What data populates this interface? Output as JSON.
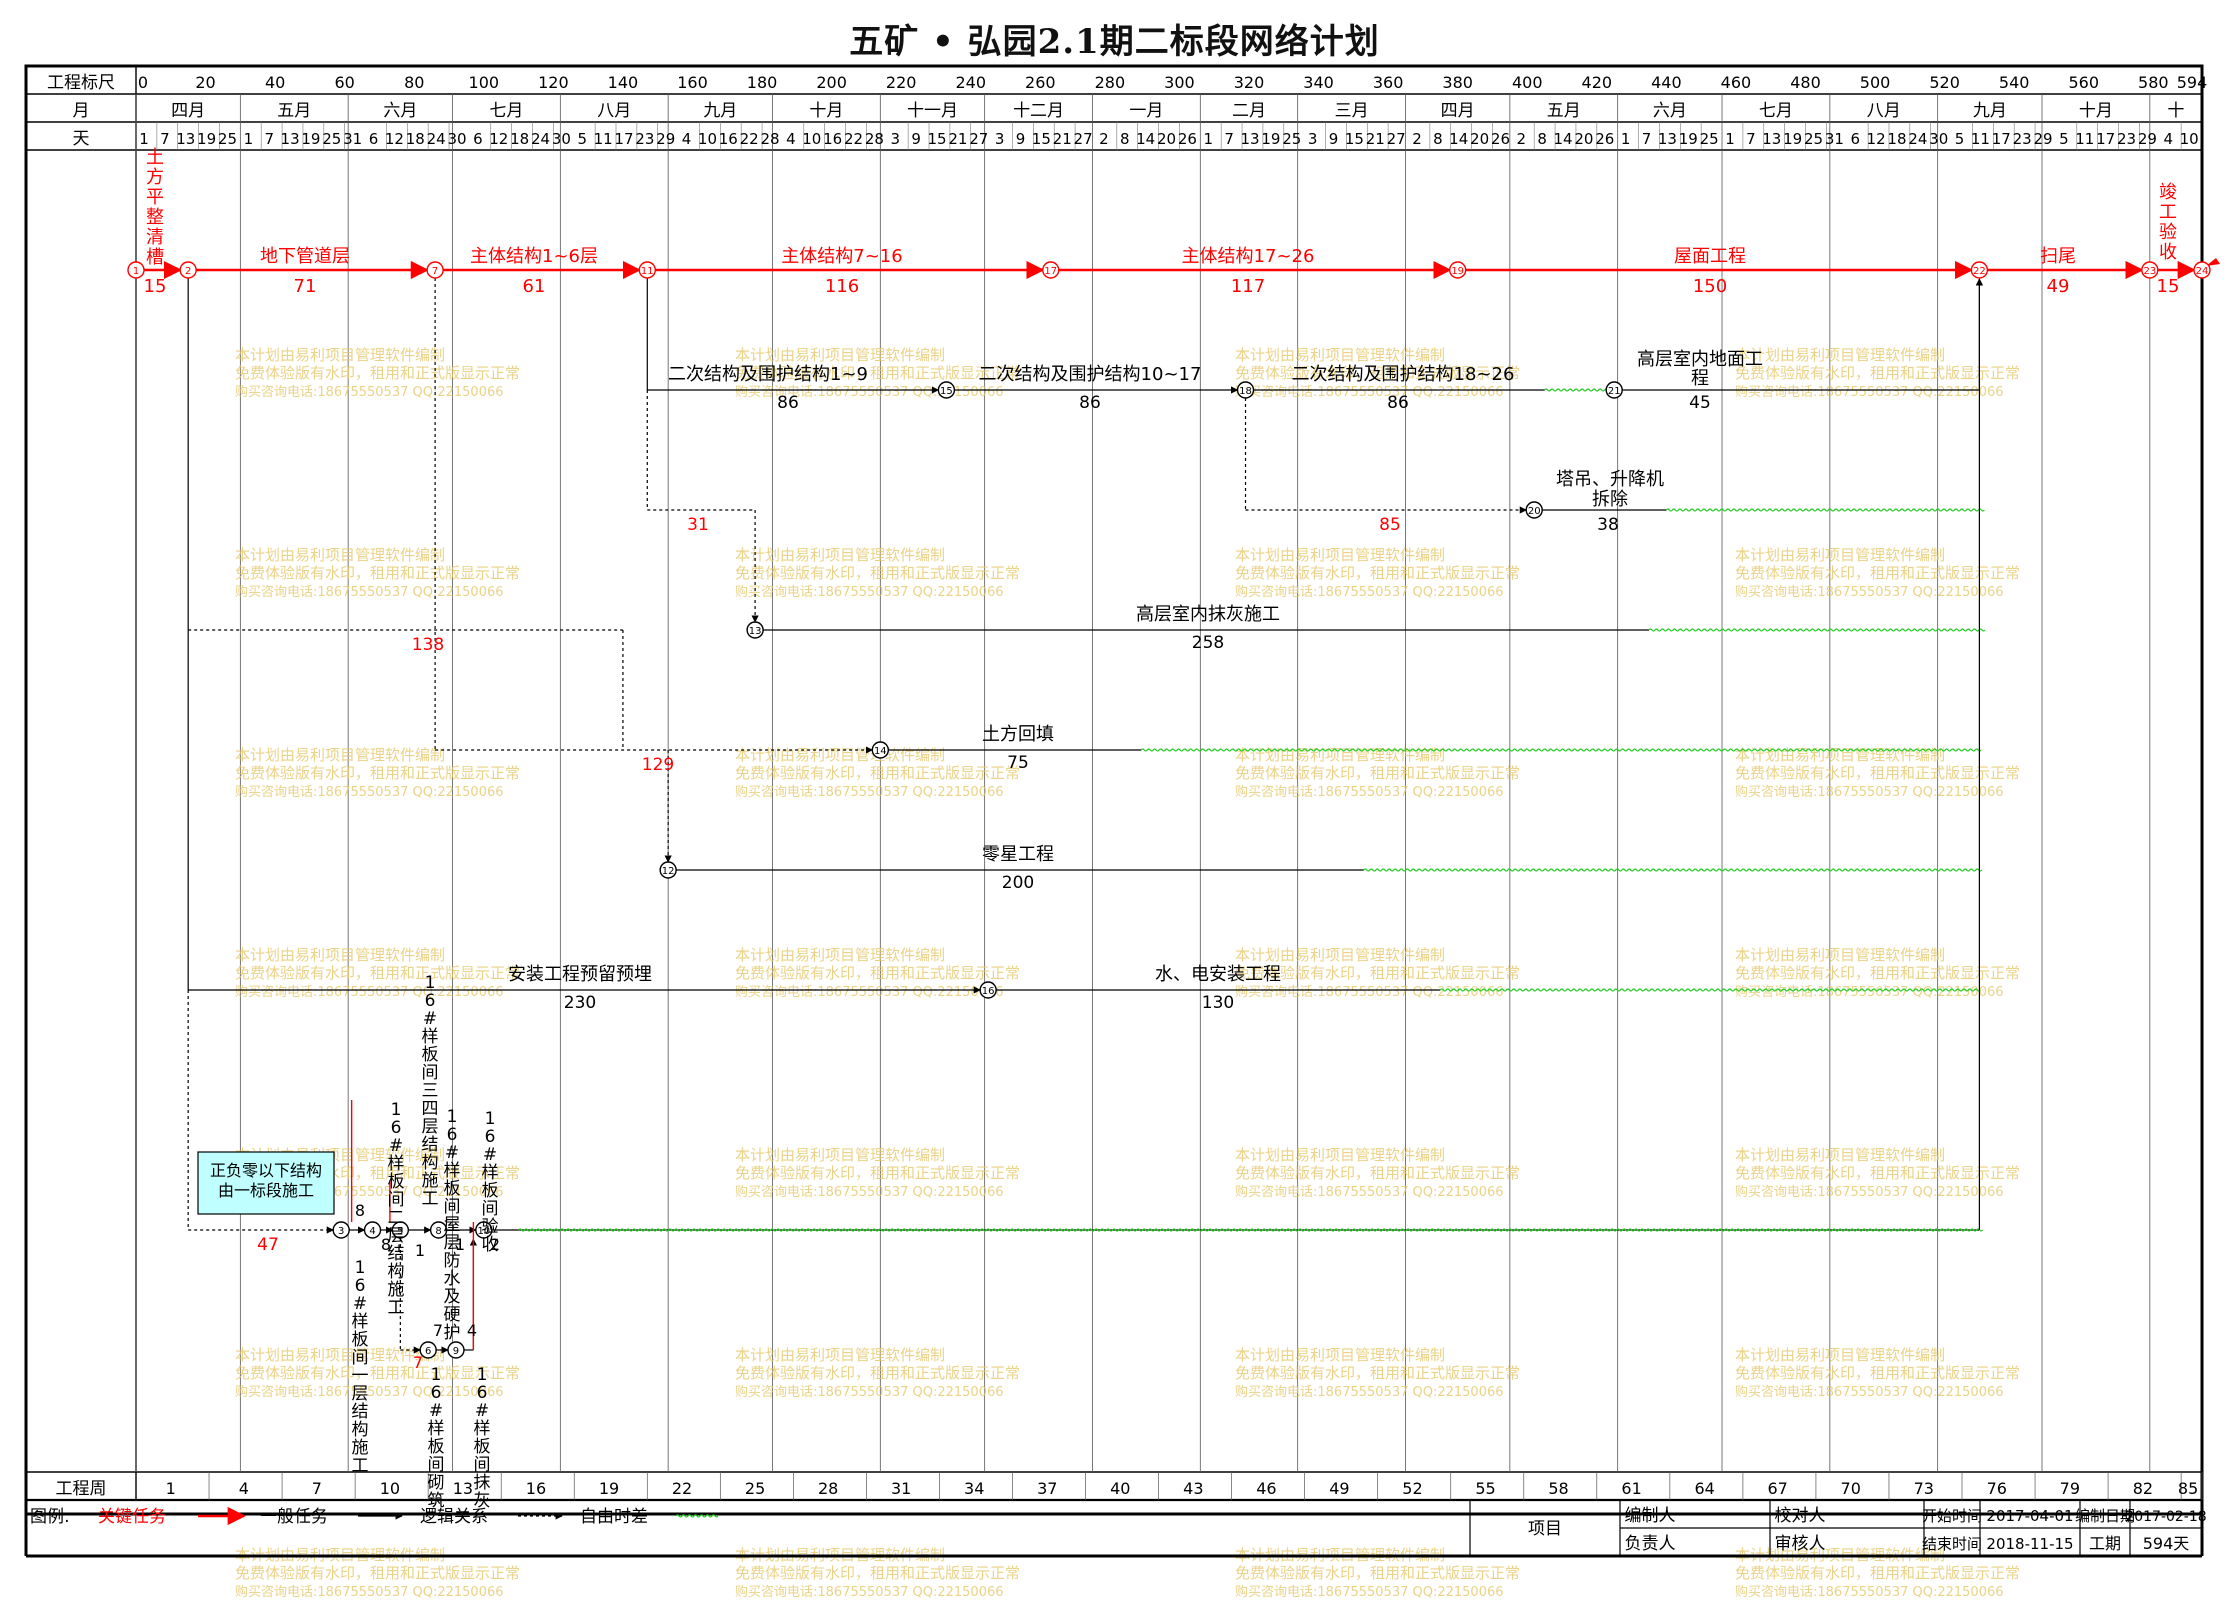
{
  "title": "五矿 • 弘园2.1期二标段网络计划",
  "header": {
    "row_scale_label": "工程标尺",
    "row_month_label": "月",
    "row_day_label": "天",
    "row_week_label": "工程周"
  },
  "scale_ticks": [
    0,
    20,
    40,
    60,
    80,
    100,
    120,
    140,
    160,
    180,
    200,
    220,
    240,
    260,
    280,
    300,
    320,
    340,
    360,
    380,
    400,
    420,
    440,
    460,
    480,
    500,
    520,
    540,
    560,
    580
  ],
  "scale_end": 594,
  "months": [
    {
      "name": "四月",
      "start": 0,
      "end": 30
    },
    {
      "name": "五月",
      "start": 30,
      "end": 61
    },
    {
      "name": "六月",
      "start": 61,
      "end": 91
    },
    {
      "name": "七月",
      "start": 91,
      "end": 122
    },
    {
      "name": "八月",
      "start": 122,
      "end": 153
    },
    {
      "name": "九月",
      "start": 153,
      "end": 183
    },
    {
      "name": "十月",
      "start": 183,
      "end": 214
    },
    {
      "name": "十一月",
      "start": 214,
      "end": 244
    },
    {
      "name": "十二月",
      "start": 244,
      "end": 275
    },
    {
      "name": "一月",
      "start": 275,
      "end": 306
    },
    {
      "name": "二月",
      "start": 306,
      "end": 334
    },
    {
      "name": "三月",
      "start": 334,
      "end": 365
    },
    {
      "name": "四月",
      "start": 365,
      "end": 395
    },
    {
      "name": "五月",
      "start": 395,
      "end": 426
    },
    {
      "name": "六月",
      "start": 426,
      "end": 456
    },
    {
      "name": "七月",
      "start": 456,
      "end": 487
    },
    {
      "name": "八月",
      "start": 487,
      "end": 518
    },
    {
      "name": "九月",
      "start": 518,
      "end": 548
    },
    {
      "name": "十月",
      "start": 548,
      "end": 579
    },
    {
      "name": "十",
      "start": 579,
      "end": 594
    }
  ],
  "day_labels_per_month": [
    [
      1,
      7,
      13,
      19,
      25
    ],
    [
      1,
      7,
      13,
      19,
      25,
      31
    ],
    [
      6,
      12,
      18,
      24,
      30
    ],
    [
      6,
      12,
      18,
      24,
      30
    ],
    [
      5,
      11,
      17,
      23,
      29
    ],
    [
      4,
      10,
      16,
      22,
      28
    ],
    [
      4,
      10,
      16,
      22,
      28
    ],
    [
      3,
      9,
      15,
      21,
      27
    ],
    [
      3,
      9,
      15,
      21,
      27
    ],
    [
      2,
      8,
      14,
      20,
      26
    ],
    [
      1,
      7,
      13,
      19,
      25
    ],
    [
      3,
      9,
      15,
      21,
      27
    ],
    [
      2,
      8,
      14,
      20,
      26
    ],
    [
      2,
      8,
      14,
      20,
      26
    ],
    [
      1,
      7,
      13,
      19,
      25
    ],
    [
      1,
      7,
      13,
      19,
      25,
      31
    ],
    [
      6,
      12,
      18,
      24,
      30
    ],
    [
      5,
      11,
      17,
      23,
      29
    ],
    [
      5,
      11,
      17,
      23,
      29
    ],
    [
      4,
      10
    ]
  ],
  "weeks": [
    1,
    4,
    7,
    10,
    13,
    16,
    19,
    22,
    25,
    28,
    31,
    34,
    37,
    40,
    43,
    46,
    49,
    52,
    55,
    58,
    61,
    64,
    67,
    70,
    73,
    76,
    79,
    82,
    85
  ],
  "tasks": {
    "t1": {
      "name": "土方平整清槽",
      "duration": "15"
    },
    "t2": {
      "name": "地下管道层",
      "duration": "71"
    },
    "t3": {
      "name": "主体结构1~6层",
      "duration": "61"
    },
    "t4": {
      "name": "主体结构7~16",
      "duration": "116"
    },
    "t5": {
      "name": "主体结构17~26",
      "duration": "117"
    },
    "t6": {
      "name": "屋面工程",
      "duration": "150"
    },
    "t7": {
      "name": "扫尾",
      "duration": "49"
    },
    "t8": {
      "name": "竣工验收",
      "duration": "15"
    },
    "t9": {
      "name": "二次结构及围护结构1~9",
      "duration": "86"
    },
    "t10": {
      "name": "二次结构及围护结构10~17",
      "duration": "86"
    },
    "t11": {
      "name": "二次结构及围护结构18~26",
      "duration": "86"
    },
    "t12a": {
      "name": "高层室内地面工",
      "duration": ""
    },
    "t12b": {
      "name": "程",
      "duration": "45"
    },
    "t13a": {
      "name": "塔吊、升降机",
      "duration": ""
    },
    "t13b": {
      "name": "拆除",
      "duration": "38"
    },
    "t14": {
      "name": "高层室内抹灰施工",
      "duration": "258"
    },
    "t15": {
      "name": "土方回填",
      "duration": "75"
    },
    "t16": {
      "name": "零星工程",
      "duration": "200"
    },
    "t17": {
      "name": "安装工程预留预埋",
      "duration": "230"
    },
    "t18": {
      "name": "水、电安装工程",
      "duration": "130"
    },
    "s1": {
      "name": "16#样板间一层结构施工",
      "duration": "8"
    },
    "s2": {
      "name": "16#样板间二层结构施工",
      "duration": "8"
    },
    "s3": {
      "name": "16#样板间三四层结构施工",
      "duration": "1"
    },
    "s4": {
      "name": "16#样板间屋层防水及硬护",
      "duration": "1"
    },
    "s5": {
      "name": "16#样板间验收",
      "duration": "2"
    },
    "s6": {
      "name": "16#样板间砌筑",
      "duration": "7"
    },
    "s7": {
      "name": "16#样板间抹灰",
      "duration": "4"
    }
  },
  "float_labels": {
    "f31": "31",
    "f85": "85",
    "f138": "138",
    "f129": "129",
    "f47": "47",
    "f7": "7"
  },
  "note_box": {
    "line1": "正负零以下结构",
    "line2": "由一标段施工"
  },
  "nodes": [
    "1",
    "2",
    "7",
    "11",
    "16",
    "17",
    "19",
    "22",
    "23",
    "24",
    "13",
    "15",
    "18",
    "21",
    "20",
    "14",
    "12",
    "10",
    "8",
    "4",
    "5",
    "3",
    "6",
    "9",
    "10"
  ],
  "legend": {
    "label": "图例:",
    "critical": "关键任务",
    "normal": "一般任务",
    "logic": "逻辑关系",
    "free_float": "自由时差",
    "critical_color": "#ff0000",
    "float_color": "#22cc22"
  },
  "footer": {
    "project": "项目",
    "compiler": "编制人",
    "checker": "校对人",
    "manager": "负责人",
    "reviewer": "审核人",
    "start_label": "开始时间",
    "start_value": "2017-04-01",
    "compile_date_label": "编制日期",
    "compile_date_value": "2017-02-18",
    "end_label": "结束时间",
    "end_value": "2018-11-15",
    "period_label": "工期",
    "period_value": "594天"
  },
  "watermark": {
    "line1": "本计划由易利项目管理软件编制",
    "line2": "免费体验版有水印，租用和正式版显示正常",
    "line3": "购买咨询电话:18675550537 QQ:22150066"
  }
}
